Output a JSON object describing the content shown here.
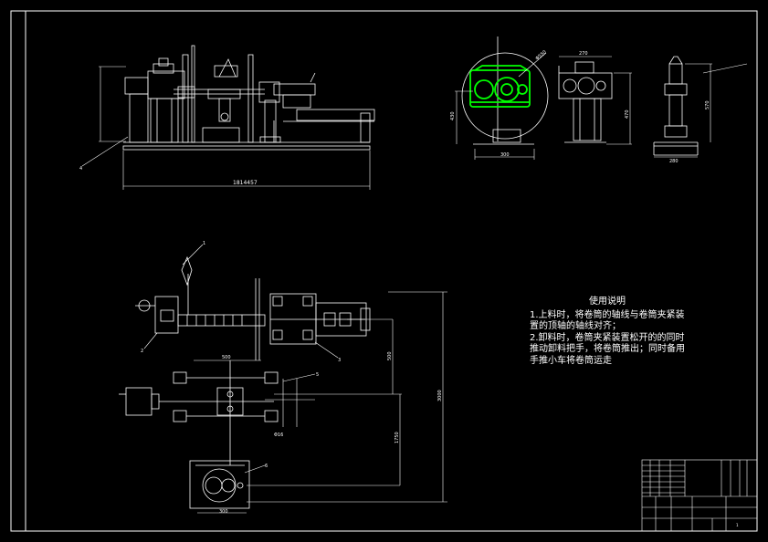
{
  "drawing": {
    "background": "#000000",
    "line_color": "#ffffff",
    "highlight_color": "#00ff00",
    "dimensions": {
      "overall_length": "1814457",
      "front_height": "430",
      "front_width": "300",
      "front_diameter": "Φ550",
      "side1_top": "270",
      "side1_height": "470",
      "side2_height": "570",
      "side2_base": "280",
      "plan_rod": "500",
      "plan_v1": "500",
      "plan_v2": "1750",
      "plan_v3": "3000",
      "plan_small": "Φ16",
      "plan_base": "300"
    },
    "leaders": [
      "1",
      "2",
      "3",
      "4",
      "5",
      "6"
    ]
  },
  "notes": {
    "title": "使用说明",
    "items": [
      "1.上料时，将卷筒的轴线与卷筒夹紧装置的顶轴的轴线对齐；",
      "2.卸料时，卷筒夹紧装置松开的的同时推动卸料把手，将卷筒推出；同时备用手推小车将卷筒运走"
    ]
  },
  "title_block": {
    "sheet": "1"
  }
}
